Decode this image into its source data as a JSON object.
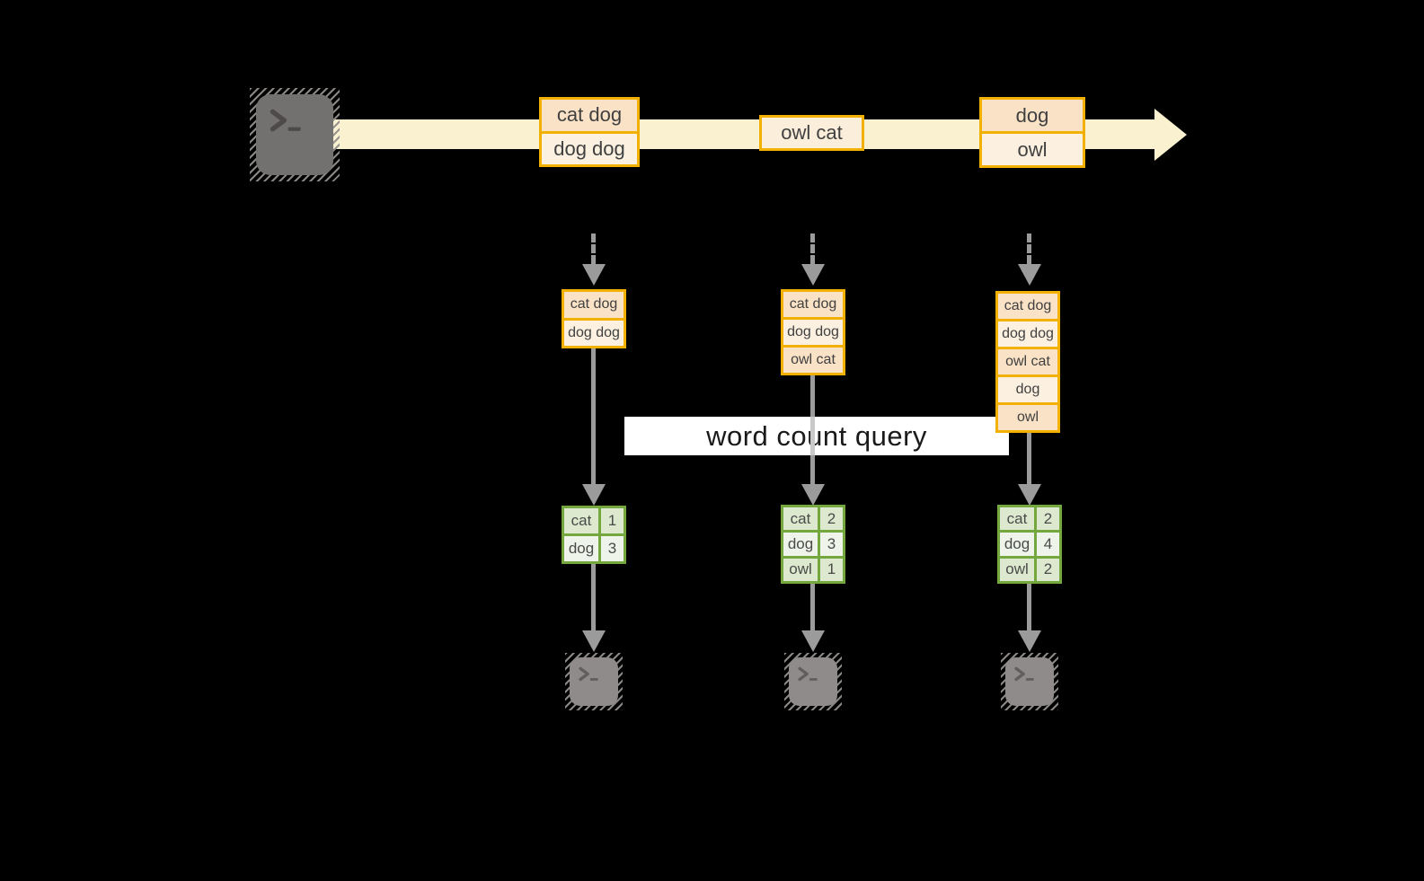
{
  "diagram": {
    "query_label": "word count query"
  },
  "stream": {
    "batches": [
      {
        "rows": [
          "cat dog",
          "dog dog"
        ]
      },
      {
        "rows": [
          "owl cat"
        ]
      },
      {
        "rows": [
          "dog",
          "owl"
        ]
      }
    ]
  },
  "columns": [
    {
      "state_rows": [
        "cat dog",
        "dog dog"
      ],
      "result_rows": [
        {
          "word": "cat",
          "count": "1"
        },
        {
          "word": "dog",
          "count": "3"
        }
      ]
    },
    {
      "state_rows": [
        "cat dog",
        "dog dog",
        "owl cat"
      ],
      "result_rows": [
        {
          "word": "cat",
          "count": "2"
        },
        {
          "word": "dog",
          "count": "3"
        },
        {
          "word": "owl",
          "count": "1"
        }
      ]
    },
    {
      "state_rows": [
        "cat dog",
        "dog dog",
        "owl cat",
        "dog",
        "owl"
      ],
      "result_rows": [
        {
          "word": "cat",
          "count": "2"
        },
        {
          "word": "dog",
          "count": "4"
        },
        {
          "word": "owl",
          "count": "2"
        }
      ]
    }
  ],
  "icons": {
    "source": "terminal-icon",
    "sinks": [
      "terminal-icon",
      "terminal-icon",
      "terminal-icon"
    ]
  },
  "colors": {
    "background": "#000000",
    "stream_band": "#FAF1D0",
    "orange_border": "#F2B100",
    "cell_peach": "#F9E2C6",
    "cell_cream": "#FCF1E0",
    "green_border": "#74A83E",
    "green_cell_a": "#DCE9CE",
    "green_cell_b": "#EFF4EA",
    "arrow_grey": "#9B9B9B",
    "banner_bg": "#FFFFFF",
    "text_dark": "#404040"
  }
}
